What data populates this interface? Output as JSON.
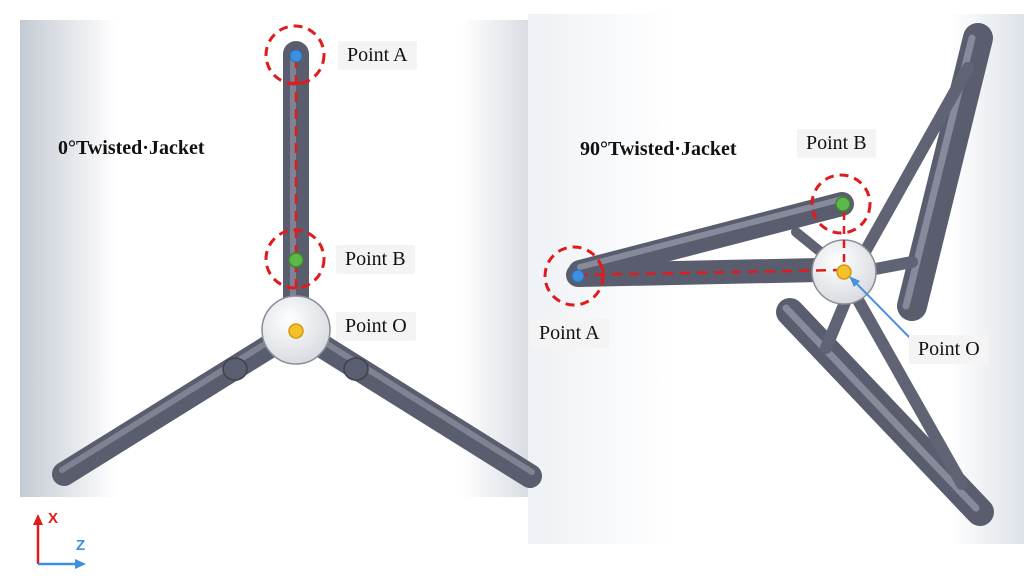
{
  "panels": {
    "left": {
      "title": "0°Twisted·Jacket",
      "points": {
        "a": "Point A",
        "b": "Point B",
        "o": "Point O"
      }
    },
    "right": {
      "title": "90°Twisted·Jacket",
      "points": {
        "a": "Point A",
        "b": "Point B",
        "o": "Point O"
      }
    }
  },
  "axes": {
    "vertical": "X",
    "horizontal": "Z"
  },
  "colors": {
    "member": "#676b7b",
    "member_highlight": "#9ea2b1",
    "marker_a": "#3d8fe0",
    "marker_b": "#5cb84a",
    "marker_o": "#f5c12a",
    "dashed_lines": "#e01b1b",
    "axis_x": "#e01b1b",
    "axis_z": "#3d8fe0",
    "pointer_arrow": "#4a90d9"
  },
  "icons": {
    "legend_axes": "xz-axis-triad-icon",
    "pointer": "arrow-pointer-icon"
  }
}
